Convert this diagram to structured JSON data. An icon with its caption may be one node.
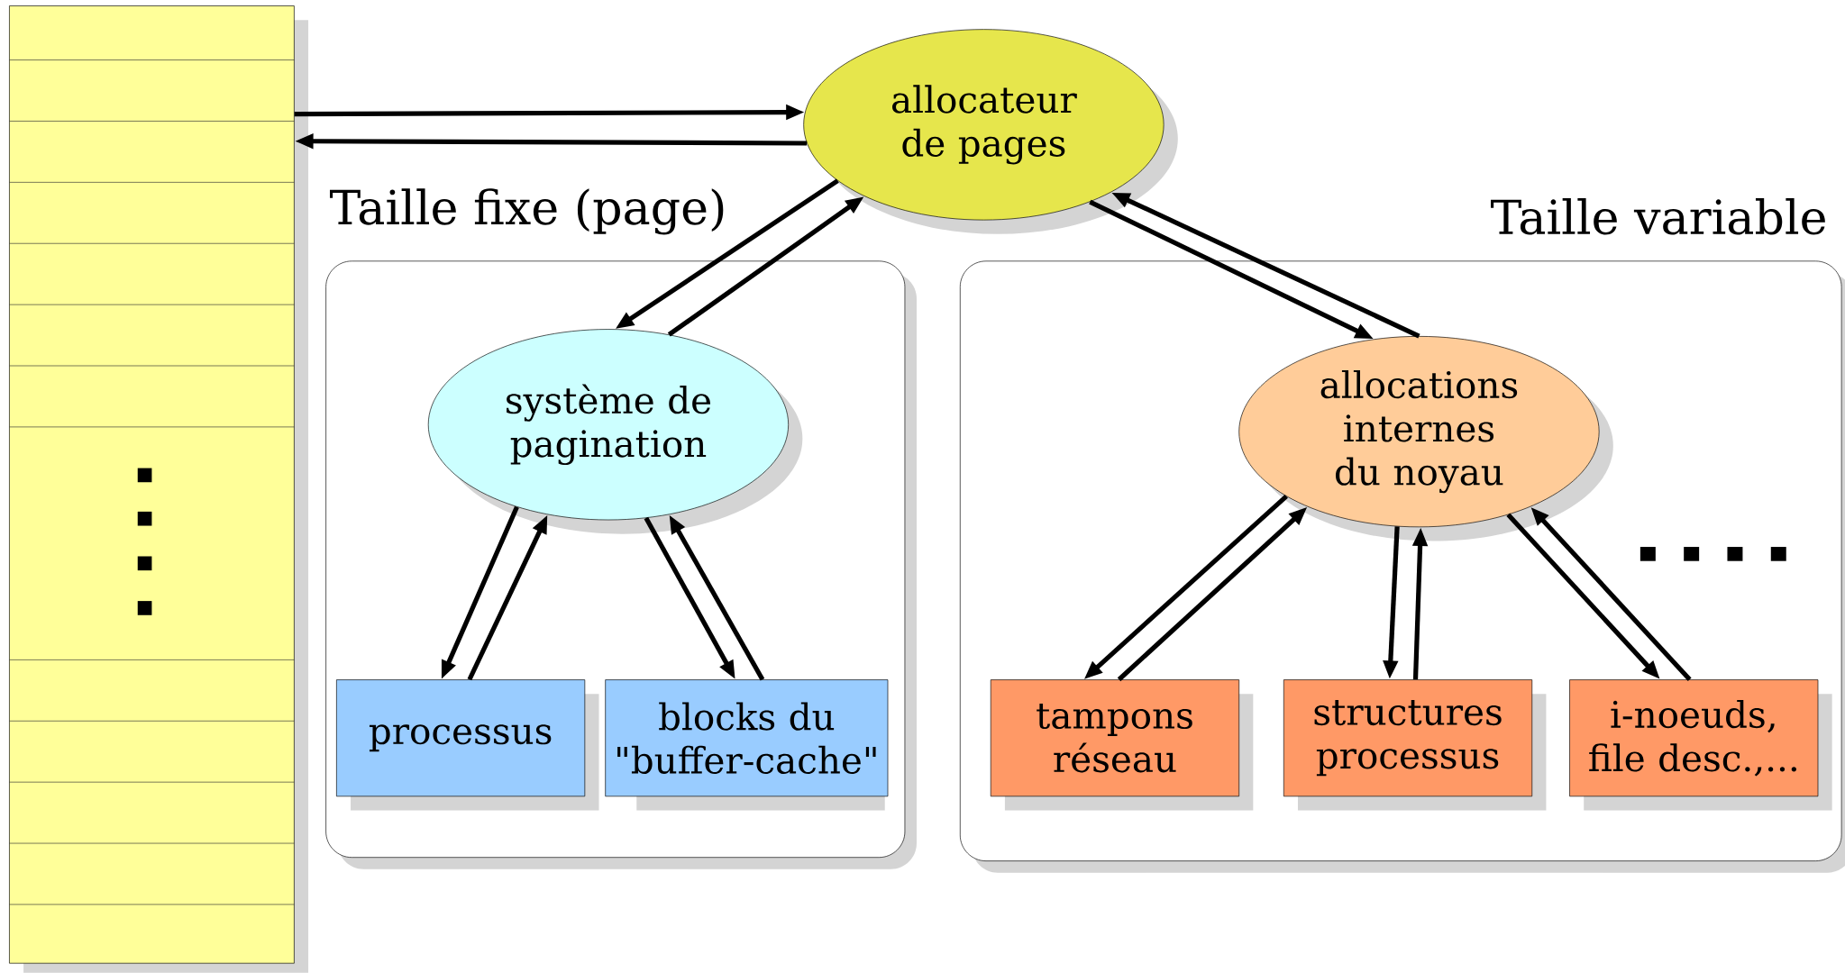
{
  "diagram": {
    "nodes": [
      {
        "text": [],
        "shape": "box"
      },
      {
        "text": [
          "allocateur de pages"
        ]
      },
      {
        "text": [
          "Taille fixe (page)"
        ]
      },
      {
        "text": [
          "Taille variable"
        ]
      },
      {
        "text": [
          "système de pagination"
        ],
        "in": 2
      },
      {
        "text": [
          "processus"
        ],
        "in": 2
      },
      {
        "text": [
          "blocks du \"buffer-cache\""
        ],
        "in": 2
      },
      {
        "text": [
          "allocations internes du noyau"
        ],
        "in": 3
      },
      {
        "text": [
          "tampons réseau"
        ],
        "in": 3
      },
      {
        "text": [
          "structures processus"
        ],
        "in": 3
      },
      {
        "text": [
          "i-noeuds, file desc.,..."
        ],
        "in": 3
      }
    ],
    "edges": [
      {
        "from": 0,
        "to": 1,
        "arrow": "to"
      },
      {
        "from": 1,
        "to": 0,
        "arrow": "to"
      },
      {
        "from": 1,
        "to": 4,
        "arrow": "to"
      },
      {
        "from": 4,
        "to": 1,
        "arrow": "to"
      },
      {
        "from": 1,
        "to": 7,
        "arrow": "to"
      },
      {
        "from": 7,
        "to": 1,
        "arrow": "to"
      },
      {
        "from": 4,
        "to": 5,
        "arrow": "to"
      },
      {
        "from": 5,
        "to": 4,
        "arrow": "to"
      },
      {
        "from": 4,
        "to": 6,
        "arrow": "to"
      },
      {
        "from": 6,
        "to": 4,
        "arrow": "to"
      },
      {
        "from": 7,
        "to": 8,
        "arrow": "to"
      },
      {
        "from": 8,
        "to": 7,
        "arrow": "to"
      },
      {
        "from": 7,
        "to": 9,
        "arrow": "to"
      },
      {
        "from": 9,
        "to": 7,
        "arrow": "to"
      },
      {
        "from": 7,
        "to": 10,
        "arrow": "to"
      },
      {
        "from": 10,
        "to": 7,
        "arrow": "to"
      }
    ]
  }
}
